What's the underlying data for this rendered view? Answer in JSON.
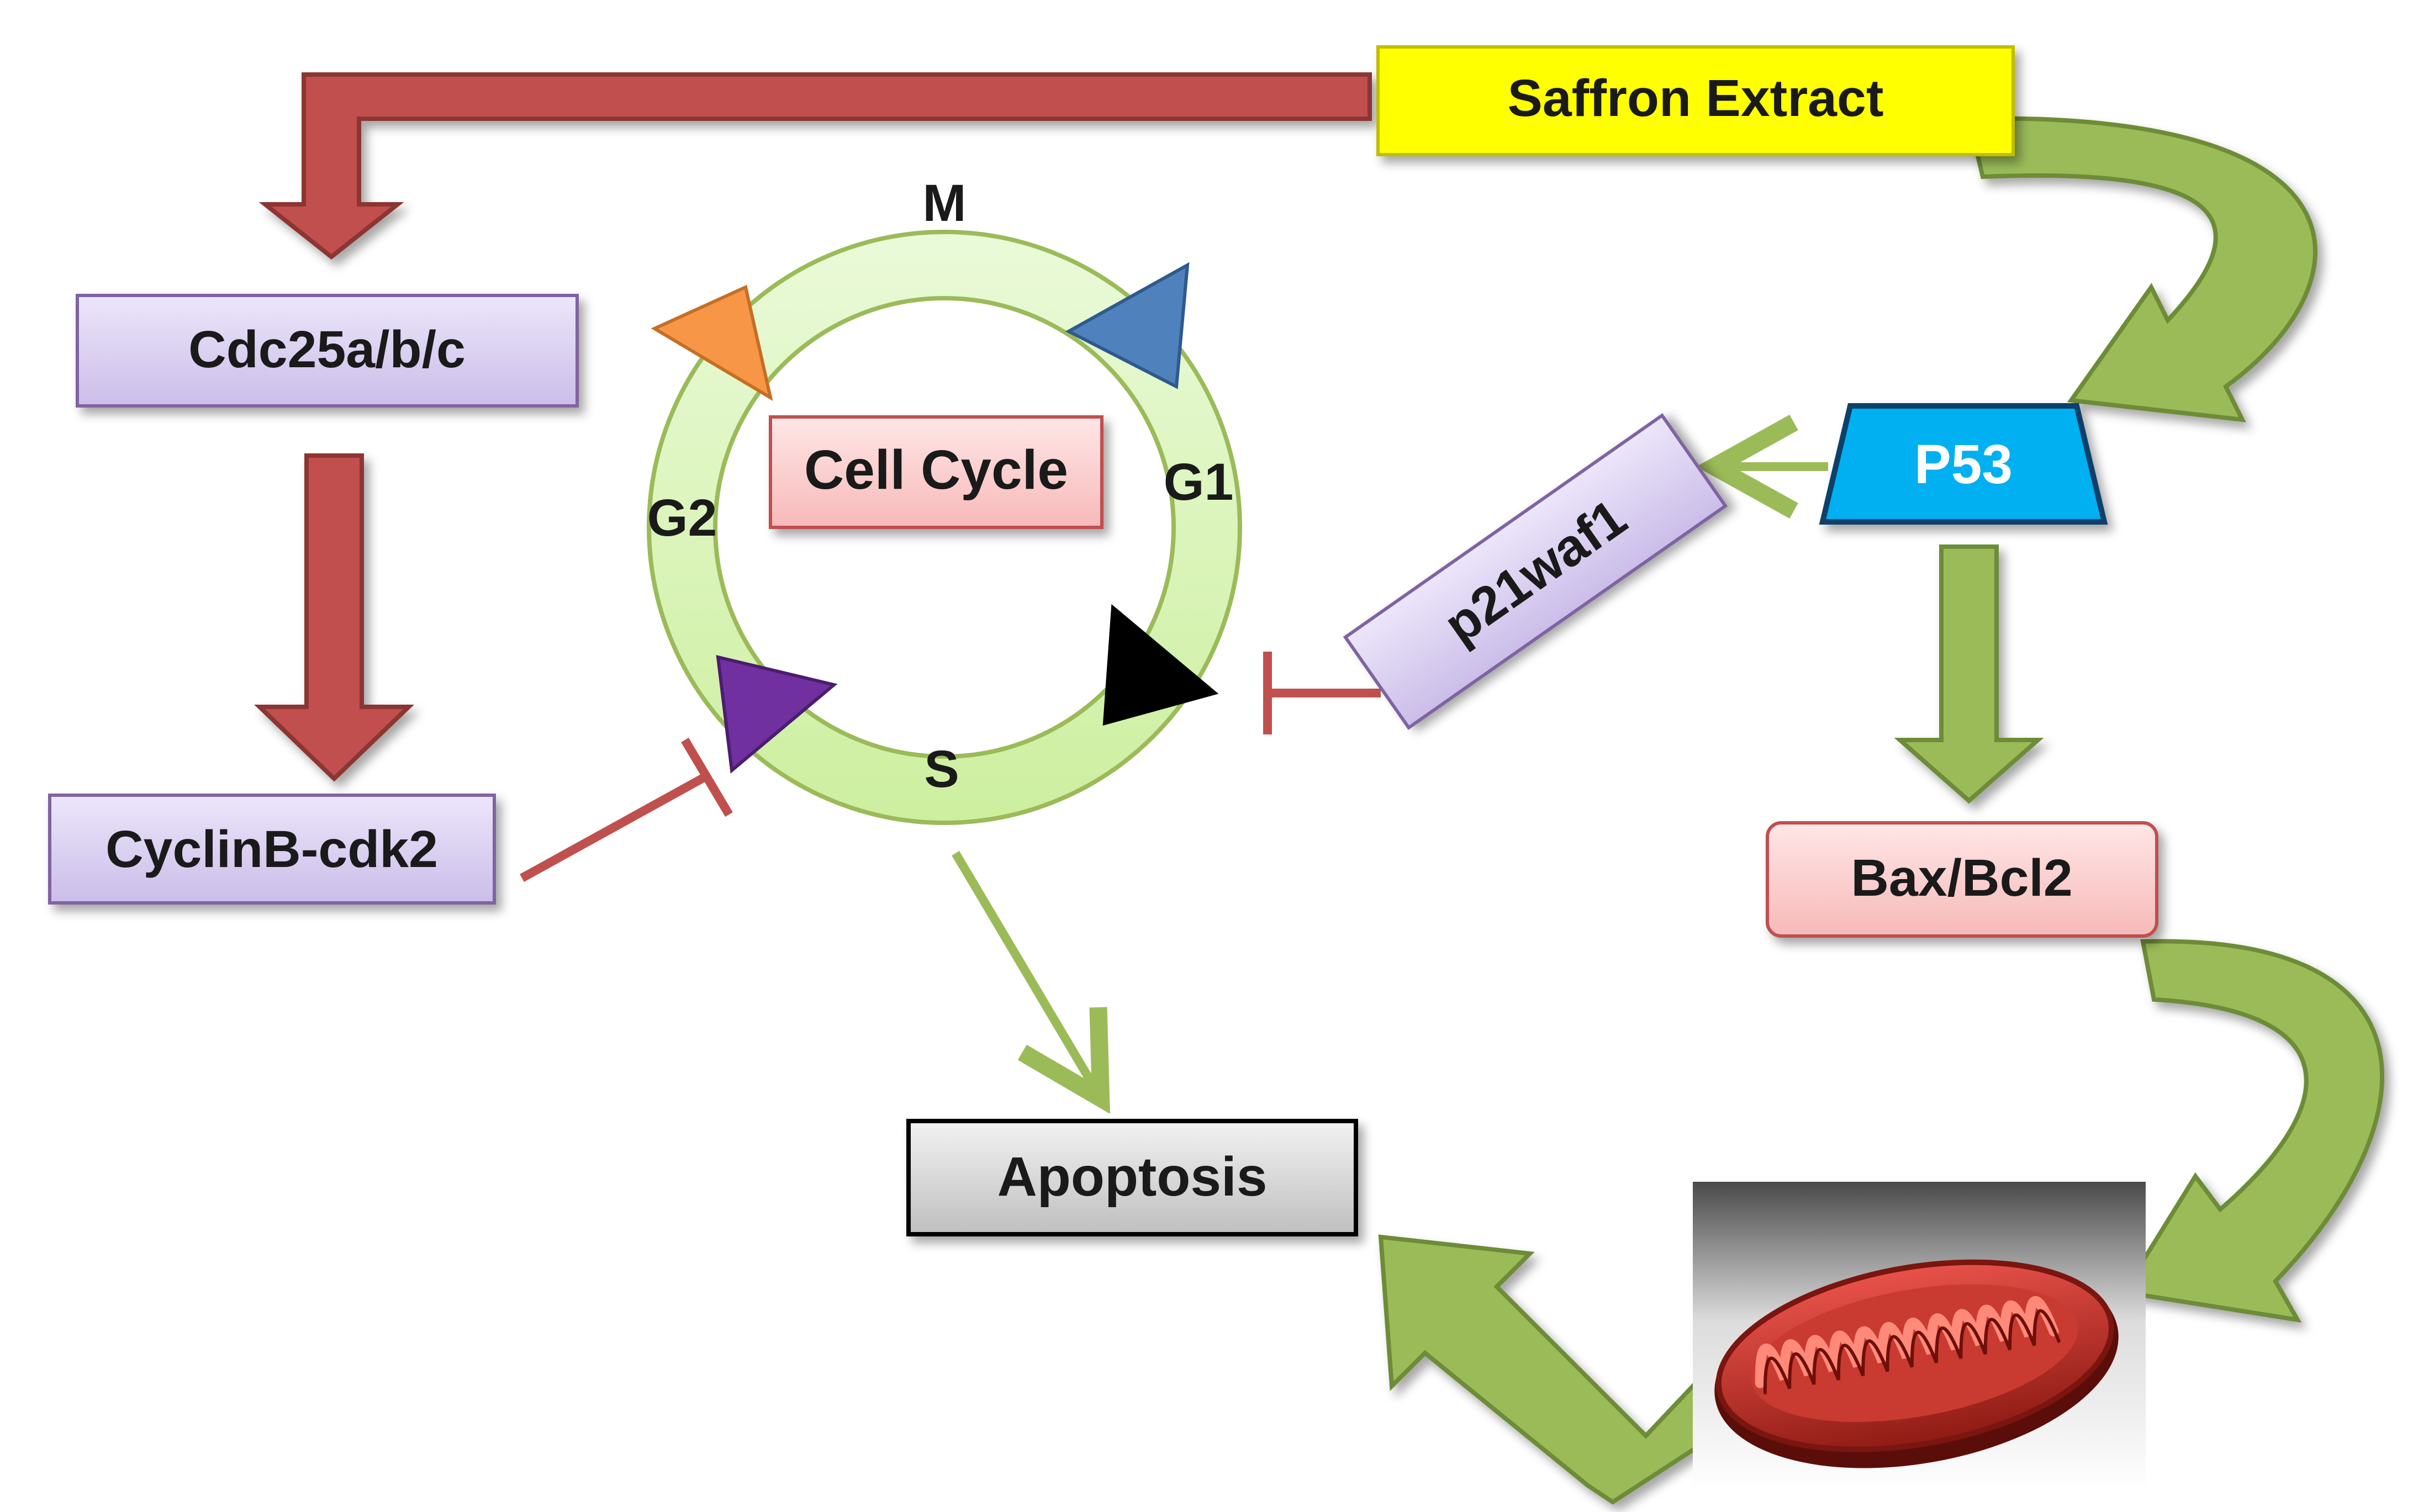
{
  "nodes": {
    "saffron": "Saffron Extract",
    "cdc25": "Cdc25a/b/c",
    "cyclin": "CyclinB-cdk2",
    "cell_cycle": "Cell Cycle",
    "p53": "P53",
    "p21": "p21waf1",
    "bax": "Bax/Bcl2",
    "apoptosis": "Apoptosis"
  },
  "phases": {
    "m": "M",
    "g1": "G1",
    "s": "S",
    "g2": "G2"
  },
  "colors": {
    "saffron_box": "#ffff00",
    "purple_box": "#ddd2f2",
    "pink_box": "#fcd2d2",
    "p53_box": "#00b0f0",
    "apoptosis_box": "#d9d9d9",
    "ring": "#d7f5b0",
    "red_arrow": "#c0504d",
    "green_arrow": "#9bbb59",
    "m_arrow": "#4f81bd",
    "g2_arrow": "#f79646",
    "s_arrow": "#7030a0",
    "g1_arrow": "#000000"
  },
  "icons": {
    "organelle": "mitochondrion-icon"
  }
}
